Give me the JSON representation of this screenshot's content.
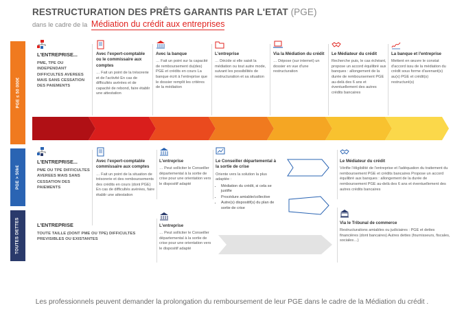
{
  "title": {
    "main": "RESTRUCTURATION DES PRÊTS GARANTIS PAR L'ETAT",
    "paren": "(PGE)"
  },
  "subtitle": {
    "prefix": "dans le cadre de la",
    "highlight": "Médiation du crédit aux entreprises"
  },
  "colors": {
    "red": "#e0231f",
    "orange": "#f07a1f",
    "blue": "#2a64b3",
    "navy": "#2a3a6b"
  },
  "rows": {
    "row1": {
      "label": "PGE ≤ 50 000€",
      "cols": [
        {
          "icon": "hierarchy-icon",
          "head": "L'ENTREPRISE...",
          "body": "PME, TPE OU INDEPENDANT DIFFICULTES AVEREES MAIS SANS CESSATION DES PAIEMENTS"
        },
        {
          "icon": "",
          "head": "Avec l'expert-comptable ou le commissaire aux comptes",
          "body": "… Fait un point de la trésorerie et de l'activité En cas de difficultés avérées et de capacité de rebond, faire établir une attestation"
        },
        {
          "icon": "",
          "head": "Avec la banque",
          "body": "… Fait un point sur la capacité de remboursement du(des) PGE et crédits en cours La banque écrit à l'entreprise que le dossier remplit les critères de la médiation"
        },
        {
          "icon": "",
          "head": "L'entreprise",
          "body": "… Décide si elle saisit la médiation ou tout autre mode, suivant les possibilités de restructuration et sa situation"
        },
        {
          "icon": "",
          "head": "Via la Médiation du crédit",
          "body": "… Dépose (sur internet) un dossier en vue d'une restructuration"
        },
        {
          "icon": "",
          "head": "Le Médiateur du crédit",
          "body": "Recherche puis, le cas échéant, propose un accord équilibré aux banques : allongement de la durée de remboursement PGE au-delà des 6 ans et éventuellement des autres crédits bancaires"
        },
        {
          "icon": "",
          "head": "La banque et l'entreprise",
          "body": "Mettent en œuvre le constat d'accord issu de la médiation du crédit sous forme d'avenant(s) au(x) PGE et crédit(s) restructuré(s)"
        }
      ]
    },
    "row2": {
      "label": "PGE > 50k€",
      "cols": [
        {
          "icon": "hierarchy-icon",
          "head": "L'ENTREPRISE...",
          "body": "PME OU TPE DIFFICULTES AVEREES MAIS SANS CESSATION DES PAIEMENTS"
        },
        {
          "icon": "",
          "head": "Avec l'expert-comptable commissaire aux comptes",
          "body": "… Fait un point de la situation de trésorerie et des remboursements des crédits en cours (dont PGE) En cas de difficultés avérées, faire établir une attestation"
        },
        {
          "icon": "",
          "head": "L'entreprise",
          "body": "… Peut solliciter le Conseiller départemental à la sortie de crise pour une orientation vers le dispositif adapté"
        },
        {
          "icon": "",
          "head": "Le Conseiller départemental à la sortie de crise",
          "body": "Oriente vers la solution la plus adaptée :",
          "list": [
            "Médiation du crédit, si cela se justifie",
            "Procédure amiable/collective",
            "Autre(s) dispositif(s) du plan de sortie de crise"
          ]
        },
        {
          "icon": "",
          "head": "Le Médiateur du crédit",
          "body": "Vérifie l'éligibilité de l'entreprise et l'adéquation du traitement du remboursement PGE et crédits bancaires Propose un accord équilibré aux banques : allongement de la durée de remboursement PGE au-delà des 6 ans et éventuellement des autres crédits bancaires"
        }
      ]
    },
    "row3": {
      "label": "TOUTES DETTES",
      "cols": [
        {
          "icon": "hierarchy-icon",
          "head": "L'ENTREPRISE",
          "body": "TOUTE TAILLE (DONT PME OU TPE) DIFFICULTES PREVISIBLES OU EXISTANTES"
        },
        {
          "icon": "",
          "head": "L'entreprise",
          "body": "… Peut solliciter le Conseiller départemental à la sortie de crise pour une orientation vers le dispositif adapté"
        },
        {
          "icon": "",
          "head": "Via le Tribunal de commerce",
          "body": "Restructurations amiables ou judiciaires : PGE et dettes financières (dont bancaires) Autres dettes (fournisseurs, fiscales, sociales…)"
        }
      ]
    }
  },
  "caption": "Les professionnels peuvent demander la prolongation du remboursement de leur PGE dans le cadre de la Médiation du crédit ."
}
